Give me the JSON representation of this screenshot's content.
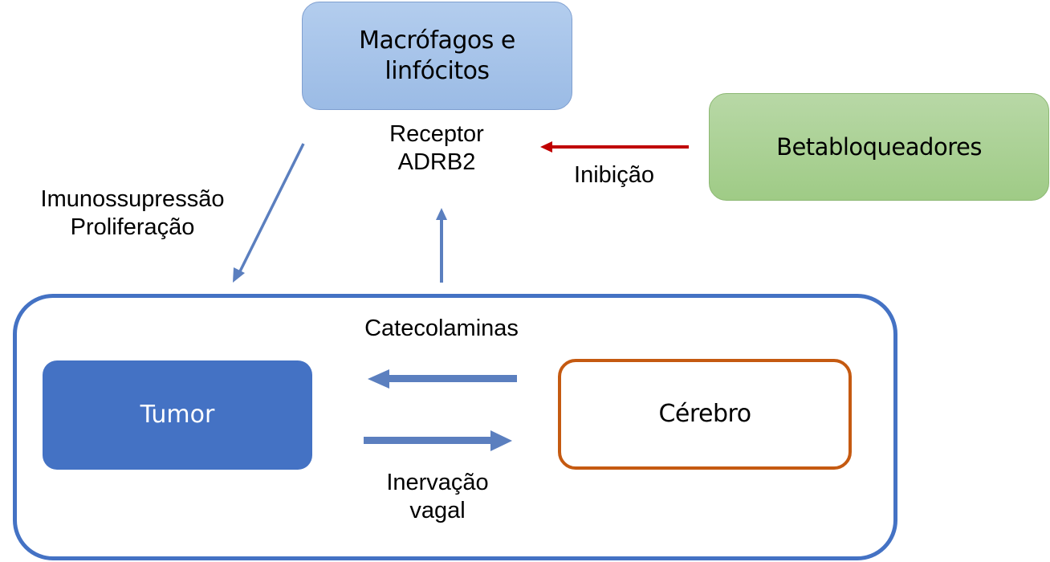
{
  "diagram": {
    "nodes": {
      "macrofagos": {
        "label_line1": "Macrófagos e",
        "label_line2": "linfócitos",
        "fill": "#a6c3ea"
      },
      "betabloqueadores": {
        "label": "Betabloqueadores",
        "fill": "#abd196"
      },
      "tumor": {
        "label": "Tumor",
        "fill": "#4472c4"
      },
      "cerebro": {
        "label": "Cérebro",
        "border": "#c55a11"
      },
      "container": {
        "border": "#4472c4"
      }
    },
    "labels": {
      "receptor_line1": "Receptor",
      "receptor_line2": "ADRB2",
      "inibicao": "Inibição",
      "imunossupressao": "Imunossupressão",
      "proliferacao": "Proliferação",
      "catecolaminas": "Catecolaminas",
      "inervacao_line1": "Inervação",
      "inervacao_line2": "vagal"
    },
    "edges": [
      {
        "from": "macrofagos",
        "to": "container",
        "label": "Imunossupressão / Proliferação",
        "color": "#5b7fbf"
      },
      {
        "from": "container",
        "to": "receptor",
        "color": "#5b7fbf"
      },
      {
        "from": "betabloqueadores",
        "to": "receptor",
        "label": "Inibição",
        "color": "#c00000"
      },
      {
        "from": "cerebro",
        "to": "tumor",
        "label": "Catecolaminas",
        "color": "#5b7fbf"
      },
      {
        "from": "tumor",
        "to": "cerebro",
        "label": "Inervação vagal",
        "color": "#5b7fbf"
      }
    ]
  }
}
